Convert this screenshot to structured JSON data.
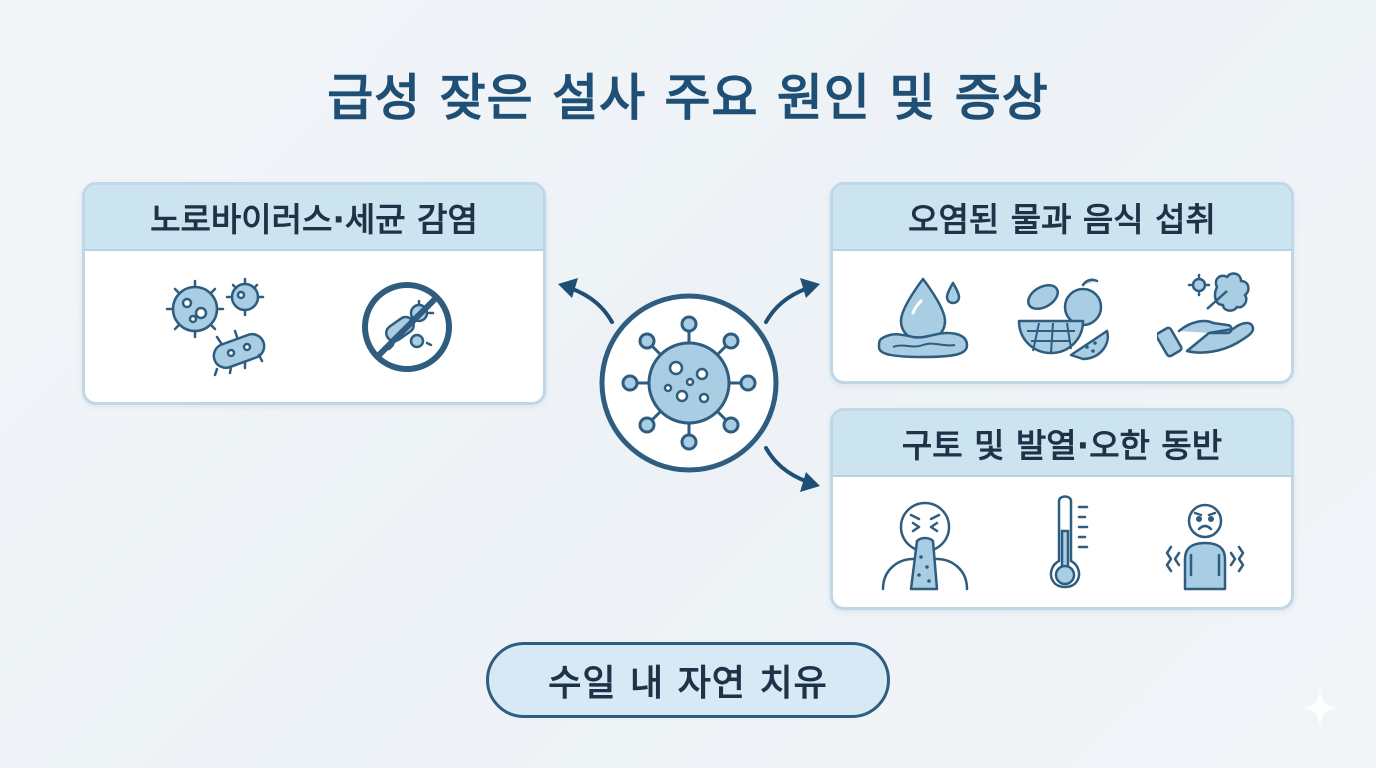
{
  "title": "급성 잦은 설사 주요 원인 및 증상",
  "center": {
    "icon": "virus-icon"
  },
  "cards": {
    "left": {
      "label": "노로바이러스·세균 감염",
      "icons": [
        "bacteria-cluster-icon",
        "no-bacteria-icon"
      ]
    },
    "right_top": {
      "label": "오염된 물과 음식 섭취",
      "icons": [
        "water-drop-icon",
        "food-bowl-icon",
        "contaminated-hand-icon"
      ]
    },
    "right_bottom": {
      "label": "구토 및 발열·오한 동반",
      "icons": [
        "vomiting-icon",
        "thermometer-icon",
        "chills-icon"
      ]
    }
  },
  "footer": {
    "label": "수일 내 자연 치유"
  },
  "colors": {
    "title": "#1f4f74",
    "stroke": "#2f5d80",
    "fill": "#a9cde3",
    "header_bg": "#cce3f0",
    "border": "#bfd7e7"
  }
}
